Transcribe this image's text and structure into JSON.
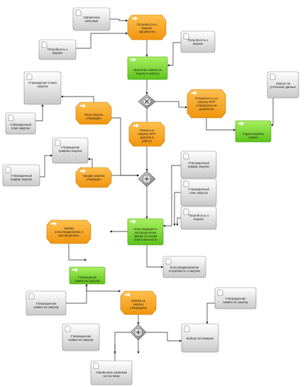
{
  "boxes": {
    "doc_upravlenie_zapasami": "Управление запасами",
    "doc_potrebnost_1": "Потребность к закупке",
    "doc_potrebnost_2": "Потребность к закупке",
    "doc_utverzhdenie_plana": "Утверждение плана закупок",
    "doc_utv_plan_1": "Утвержденный план закупок",
    "doc_zapros_utochn": "Запрос на уточнение данных",
    "doc_utverzhdenie_grafika": "Утверждение графика закупок",
    "doc_utv_grafik_1": "Утвержденный график закупок",
    "doc_utv_grafik_2": "Утвержденный график закупок",
    "doc_utv_plan_2": "Утвержденный план закупок",
    "doc_potrebnost_3": "Потребность к закупке",
    "doc_konsolid_potrebnost": "Консолидированная потребность к закупке",
    "doc_utv_zayavka_1": "Утвержденная заявка на закупку",
    "doc_utv_zayavka_2": "Утвержденная заявка на закупку",
    "doc_utv_zayavka_3": "Утвержденная заявка на закупку",
    "doc_vybor_postavshika": "Выбор поставщика",
    "doc_upravlenie_zayavkami": "Управление заявками на поставку",
    "evt_potrebnost_oform": "Потребность к закупке оформлена",
    "evt_plan_utverzhden": "План закупок утвержден",
    "evt_potrebnost_otpr": "Потребность на закупку МТР отправлена на доработку",
    "evt_zayavka_prinyata": "Заявка на закупку МТР принята в работу",
    "evt_grafik_utverzhden": "График закупок утвержден",
    "evt_zayavki_konsolid": "Заявки консолидированы и распределены",
    "evt_zayavka_utverzhdena": "Заявка на закупку утверждена",
    "fn_prinyatie": "Принятие заявки на закупку в работу",
    "fn_korrektirovka": "Корректировка заявки",
    "fn_konsolidaciya": "Консолидация и распределение заявок по зонам ответственности",
    "fn_utverzhdenie_zayavki": "Утверждение заявки на закупку"
  },
  "icons": [
    "document-icon",
    "event-arrow-icon",
    "function-icon",
    "xor-gateway-icon",
    "and-gateway-icon"
  ],
  "colors": {
    "document": "#dcdcdc",
    "event": "#f5a623",
    "function": "#7ed321",
    "gateway": "#9a9a9a"
  }
}
